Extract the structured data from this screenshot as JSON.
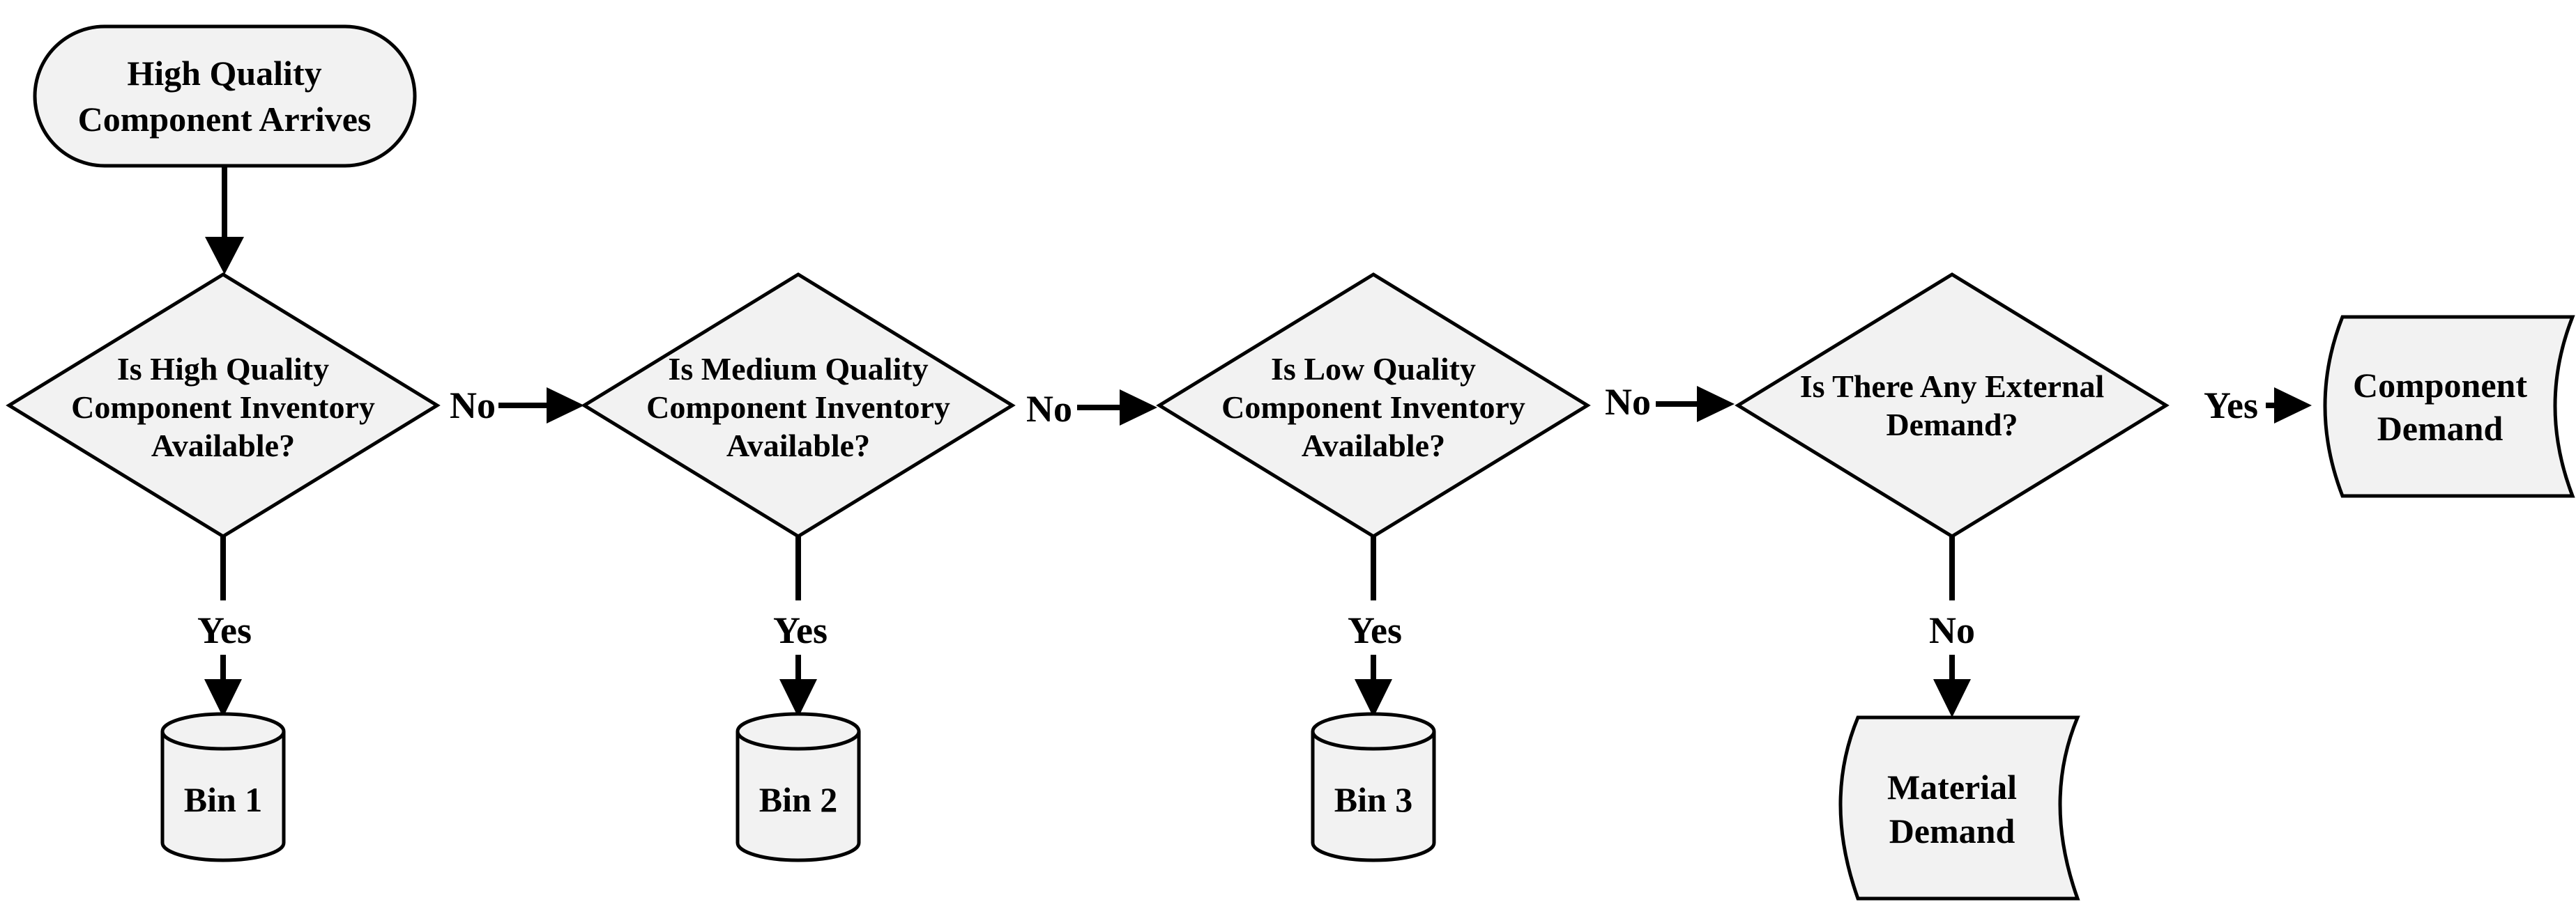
{
  "nodes": {
    "start": {
      "line1": "High Quality",
      "line2": "Component Arrives"
    },
    "decision_high": {
      "line1": "Is High Quality",
      "line2": "Component Inventory",
      "line3": "Available?"
    },
    "decision_medium": {
      "line1": "Is Medium Quality",
      "line2": "Component Inventory",
      "line3": "Available?"
    },
    "decision_low": {
      "line1": "Is Low  Quality",
      "line2": "Component Inventory",
      "line3": "Available?"
    },
    "decision_external": {
      "line1": "Is There Any External",
      "line2": "Demand?"
    },
    "bin1": {
      "label": "Bin 1"
    },
    "bin2": {
      "label": "Bin 2"
    },
    "bin3": {
      "label": "Bin 3"
    },
    "component_demand": {
      "line1": "Component",
      "line2": "Demand"
    },
    "material_demand": {
      "line1": "Material",
      "line2": "Demand"
    }
  },
  "edges": {
    "high_no": "No",
    "medium_no": "No",
    "low_no": "No",
    "external_yes": "Yes",
    "high_yes": "Yes",
    "medium_yes": "Yes",
    "low_yes": "Yes",
    "external_no": "No"
  },
  "colors": {
    "shape_fill": "#f2f2f2",
    "stroke": "#000000",
    "text": "#000000"
  }
}
